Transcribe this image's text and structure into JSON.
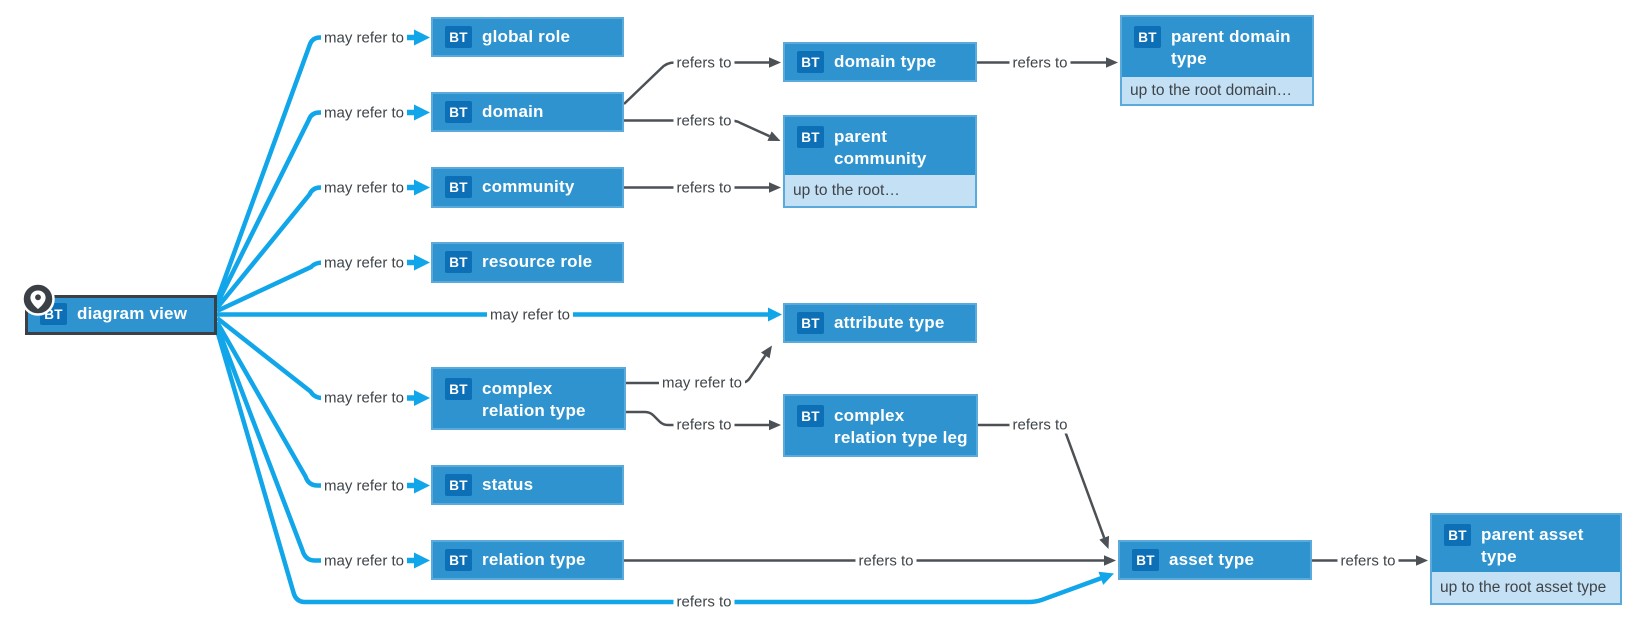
{
  "diagram": {
    "badge": "BT",
    "nodes": [
      {
        "id": "diagram-view",
        "label": "diagram view",
        "selected": true,
        "pinned": true
      },
      {
        "id": "global-role",
        "label": "global role"
      },
      {
        "id": "domain",
        "label": "domain"
      },
      {
        "id": "community",
        "label": "community"
      },
      {
        "id": "resource-role",
        "label": "resource role"
      },
      {
        "id": "complex-relation-type",
        "label": "complex relation type"
      },
      {
        "id": "status",
        "label": "status"
      },
      {
        "id": "relation-type",
        "label": "relation type"
      },
      {
        "id": "domain-type",
        "label": "domain type"
      },
      {
        "id": "parent-community",
        "label": "parent community",
        "subnote": "up to the root…"
      },
      {
        "id": "attribute-type",
        "label": "attribute type"
      },
      {
        "id": "complex-relation-type-leg",
        "label": "complex relation type leg"
      },
      {
        "id": "parent-domain-type",
        "label": "parent domain type",
        "subnote": "up to the root domain…"
      },
      {
        "id": "asset-type",
        "label": "asset type"
      },
      {
        "id": "parent-asset-type",
        "label": "parent asset type",
        "subnote": "up to the root asset type"
      }
    ],
    "edges": [
      {
        "from": "diagram-view",
        "to": "global-role",
        "label": "may refer to",
        "kind": "may"
      },
      {
        "from": "diagram-view",
        "to": "domain",
        "label": "may refer to",
        "kind": "may"
      },
      {
        "from": "diagram-view",
        "to": "community",
        "label": "may refer to",
        "kind": "may"
      },
      {
        "from": "diagram-view",
        "to": "resource-role",
        "label": "may refer to",
        "kind": "may"
      },
      {
        "from": "diagram-view",
        "to": "attribute-type",
        "label": "may refer to",
        "kind": "may"
      },
      {
        "from": "diagram-view",
        "to": "complex-relation-type",
        "label": "may refer to",
        "kind": "may"
      },
      {
        "from": "diagram-view",
        "to": "status",
        "label": "may refer to",
        "kind": "may"
      },
      {
        "from": "diagram-view",
        "to": "relation-type",
        "label": "may refer to",
        "kind": "may"
      },
      {
        "from": "diagram-view",
        "to": "asset-type",
        "label": "refers to",
        "kind": "refers-strong"
      },
      {
        "from": "domain",
        "to": "domain-type",
        "label": "refers to",
        "kind": "refers"
      },
      {
        "from": "domain",
        "to": "parent-community",
        "label": "refers to",
        "kind": "refers"
      },
      {
        "from": "community",
        "to": "parent-community",
        "label": "refers to",
        "kind": "refers"
      },
      {
        "from": "domain-type",
        "to": "parent-domain-type",
        "label": "refers to",
        "kind": "refers"
      },
      {
        "from": "complex-relation-type",
        "to": "attribute-type",
        "label": "may refer to",
        "kind": "refers"
      },
      {
        "from": "complex-relation-type",
        "to": "complex-relation-type-leg",
        "label": "refers to",
        "kind": "refers"
      },
      {
        "from": "complex-relation-type-leg",
        "to": "asset-type",
        "label": "refers to",
        "kind": "refers"
      },
      {
        "from": "relation-type",
        "to": "asset-type",
        "label": "refers to",
        "kind": "refers"
      },
      {
        "from": "asset-type",
        "to": "parent-asset-type",
        "label": "refers to",
        "kind": "refers"
      }
    ]
  },
  "colors": {
    "canvas_bg": "#FFFFFF",
    "node_fill": "#2E93CE",
    "node_border": "#5AABDC",
    "badge_fill": "#0D6FB5",
    "node_text": "#FFFFFF",
    "subnote_fill": "#C3E0F5",
    "subnote_text": "#3F4449",
    "edge_may": "#10A6E9",
    "edge_refers": "#4C5156",
    "edge_label_text": "#3F4449",
    "selected_border": "#3A4045",
    "pin_fill": "#3A4045"
  }
}
